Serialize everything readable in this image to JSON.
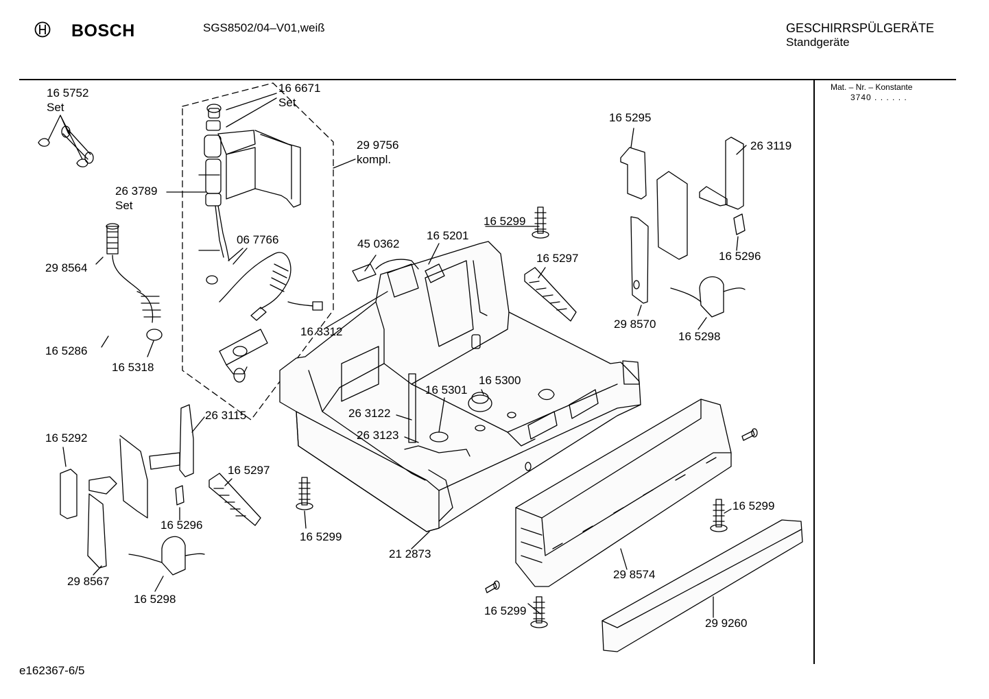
{
  "header": {
    "brand": "BOSCH",
    "model": "SGS8502/04–V01,weiß",
    "category": "GESCHIRRSPÜLGERÄTE",
    "subcategory": "Standgeräte"
  },
  "info": {
    "constant_label": "Mat. – Nr. – Konstante",
    "constant_value": "3740  .  .  .  .  .  ."
  },
  "footer": {
    "drawing_code": "e162367-6/5"
  },
  "parts": [
    {
      "id": "p1",
      "number": "16 5752",
      "note": "Set"
    },
    {
      "id": "p2",
      "number": "16 6671",
      "note": "Set"
    },
    {
      "id": "p3",
      "number": "29 9756",
      "note": "kompl."
    },
    {
      "id": "p4",
      "number": "26 3789",
      "note": "Set"
    },
    {
      "id": "p5",
      "number": "29 8564"
    },
    {
      "id": "p6",
      "number": "06 7766"
    },
    {
      "id": "p7",
      "number": "16 5286"
    },
    {
      "id": "p8",
      "number": "16 5318"
    },
    {
      "id": "p9",
      "number": "45 0362"
    },
    {
      "id": "p10",
      "number": "16 5201"
    },
    {
      "id": "p11",
      "number": "16 3312"
    },
    {
      "id": "p12",
      "number": "16 5299"
    },
    {
      "id": "p13",
      "number": "16 5297"
    },
    {
      "id": "p14",
      "number": "16 5295"
    },
    {
      "id": "p15",
      "number": "26 3119"
    },
    {
      "id": "p16",
      "number": "16 5296"
    },
    {
      "id": "p17",
      "number": "29 8570"
    },
    {
      "id": "p18",
      "number": "16 5298"
    },
    {
      "id": "p19",
      "number": "16 5300"
    },
    {
      "id": "p20",
      "number": "16 5301"
    },
    {
      "id": "p21",
      "number": "26 3122"
    },
    {
      "id": "p22",
      "number": "26 3123"
    },
    {
      "id": "p23",
      "number": "26 3115"
    },
    {
      "id": "p24",
      "number": "16 5292"
    },
    {
      "id": "p25",
      "number": "16 5297"
    },
    {
      "id": "p26",
      "number": "16 5296"
    },
    {
      "id": "p27",
      "number": "29 8567"
    },
    {
      "id": "p28",
      "number": "16 5298"
    },
    {
      "id": "p29",
      "number": "16 5299"
    },
    {
      "id": "p30",
      "number": "21 2873"
    },
    {
      "id": "p31",
      "number": "16 5299"
    },
    {
      "id": "p32",
      "number": "29 8574"
    },
    {
      "id": "p33",
      "number": "16 5299"
    },
    {
      "id": "p34",
      "number": "29 9260"
    }
  ]
}
